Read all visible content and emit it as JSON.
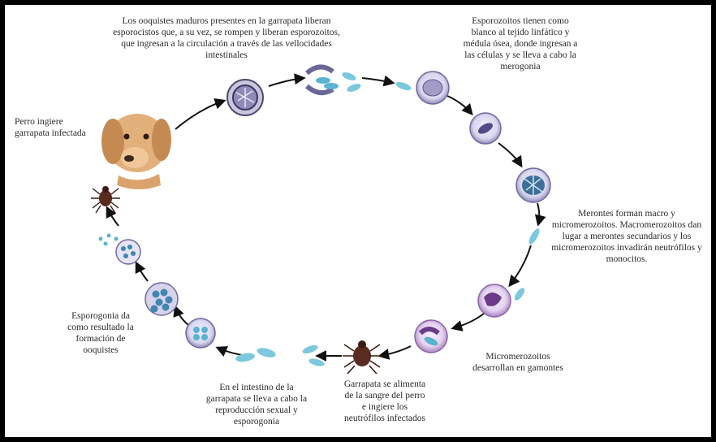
{
  "diagram": {
    "steps": {
      "dog_ingests": "Perro ingiere\ngarrapata infectada",
      "oocysts_release": "Los ooquistes maduros presentes en la garrapata liberan\nesporocistos que, a su vez, se rompen y liberan esporozoitos,\nque ingresan a la circulación a través de las vellocidades\nintestinales",
      "sporozoites_target": "Esporozoitos tienen como\nblanco al tejido linfático y\nmédula ósea, donde ingresan a\nlas células y se lleva a cabo la\nmerogonia",
      "meronts_form": "Merontes forman macro y\nmicromerozoitos. Macromerozoitos dan\nlugar a merontes secundarios y los\nmicromerozoitos invadirán neutrófilos y\nmonocitos.",
      "micromerozoites_gamonts": "Micromerozoitos\ndesarrollan en gamontes",
      "tick_feeds": "Garrapata se alimenta\nde la sangre del perro\ne ingiere los\nneutrófilos infectados",
      "intestine_reproduction": "En el intestino de la\ngarrapata se lleva a cabo la\nreproducción sexual y\nesporogonia",
      "sporogony_result": "Esporogonia da\ncomo resultado la\nformación de\nooquistes"
    }
  }
}
